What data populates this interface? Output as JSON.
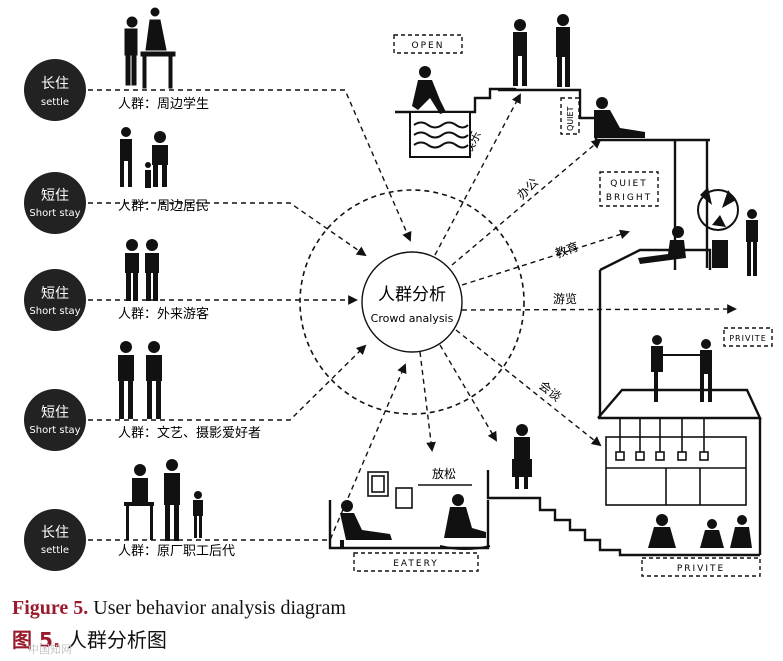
{
  "center": {
    "zh": "人群分析",
    "en": "Crowd analysis"
  },
  "groups": [
    {
      "badge_zh": "长住",
      "badge_en": "settle",
      "label": "人群：周边学生"
    },
    {
      "badge_zh": "短住",
      "badge_en": "Short stay",
      "label": "人群：周边居民"
    },
    {
      "badge_zh": "短住",
      "badge_en": "Short stay",
      "label": "人群：外来游客"
    },
    {
      "badge_zh": "短住",
      "badge_en": "Short stay",
      "label": "人群：文艺、摄影爱好者"
    },
    {
      "badge_zh": "长住",
      "badge_en": "settle",
      "label": "人群：原厂职工后代"
    }
  ],
  "activities": {
    "entertainment": "娱乐",
    "office": "办公",
    "education": "教育",
    "sightseeing": "游览",
    "meeting": "会谈",
    "relax": "放松"
  },
  "space_tags": {
    "open": "Open",
    "quiet_v": "Quiet",
    "quiet_bright_1": "Quiet",
    "quiet_bright_2": "Bright",
    "privite_right": "Privite",
    "eatery": "Eatery",
    "privite_bottom": "Privite"
  },
  "caption": {
    "en_label": "Figure 5.",
    "en_text": " User behavior analysis diagram",
    "zh_label": "图 5.",
    "zh_text": "人群分析图"
  },
  "watermark": "中国知网"
}
